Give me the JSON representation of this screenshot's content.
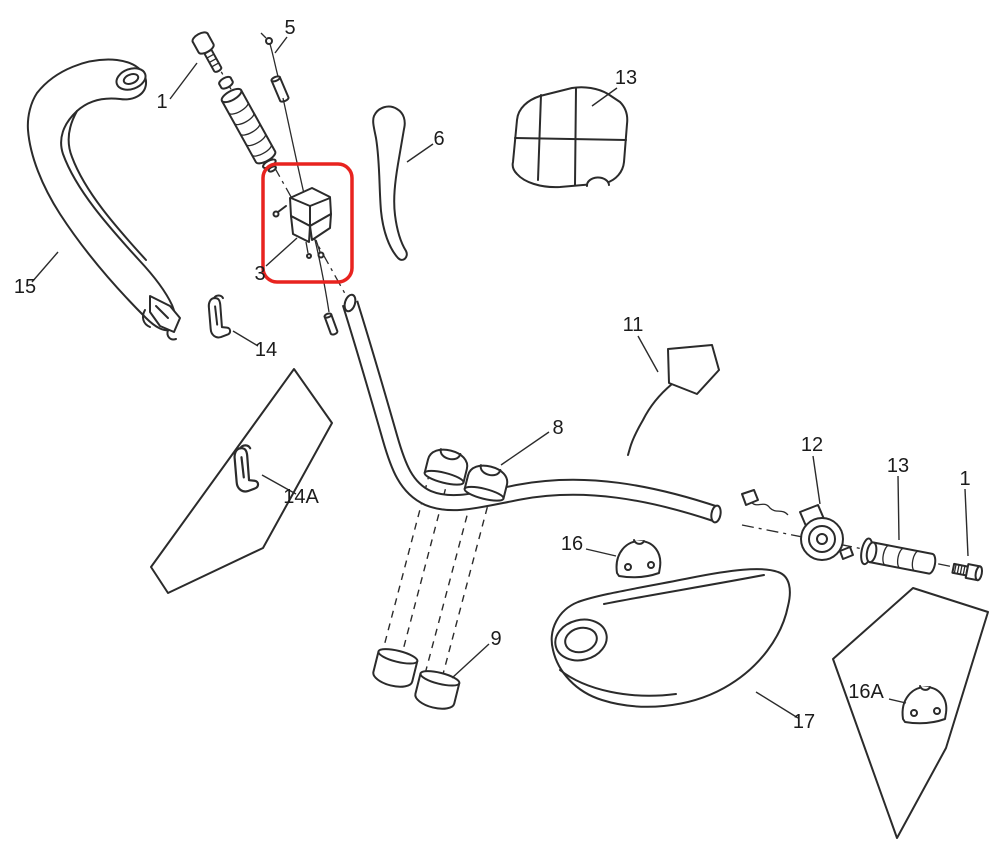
{
  "diagram": {
    "kind": "exploded-parts-diagram",
    "highlight_color": "#e8231f",
    "line_color": "#2b2b2b",
    "highlighted_part": "3",
    "labels": [
      {
        "part": "5"
      },
      {
        "part": "1"
      },
      {
        "part": "6"
      },
      {
        "part": "13"
      },
      {
        "part": "15"
      },
      {
        "part": "3"
      },
      {
        "part": "14"
      },
      {
        "part": "14A"
      },
      {
        "part": "8"
      },
      {
        "part": "11"
      },
      {
        "part": "16"
      },
      {
        "part": "9"
      },
      {
        "part": "12"
      },
      {
        "part": "13"
      },
      {
        "part": "1"
      },
      {
        "part": "16A"
      },
      {
        "part": "17"
      }
    ]
  }
}
